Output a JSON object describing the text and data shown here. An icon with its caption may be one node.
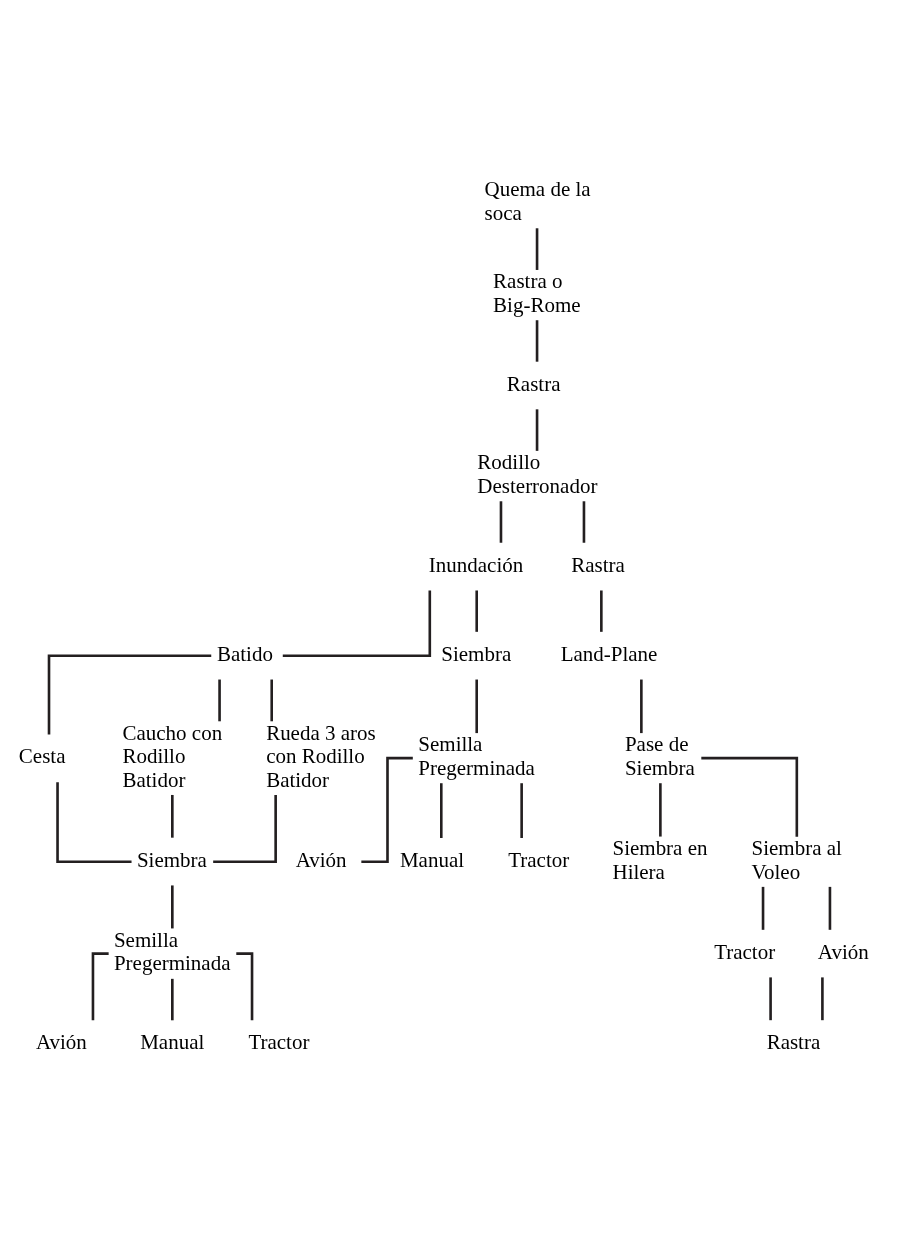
{
  "diagram": {
    "nodes": [
      {
        "text": [
          "Quema de la soca"
        ]
      },
      {
        "text": [
          "Rastra o Big-Rome"
        ]
      },
      {
        "text": [
          "Rastra"
        ]
      },
      {
        "text": [
          "Rodillo Desterronador"
        ]
      },
      {
        "text": [
          "Inundación"
        ]
      },
      {
        "text": [
          "Rastra"
        ]
      },
      {
        "text": [
          "Batido"
        ]
      },
      {
        "text": [
          "Land-Plane"
        ]
      },
      {
        "text": [
          "Cesta"
        ]
      },
      {
        "text": [
          "Caucho con Rodillo Batidor"
        ]
      },
      {
        "text": [
          "Rueda 3 aros con Rodillo Batidor"
        ]
      },
      {
        "text": [
          "Siembra"
        ]
      },
      {
        "text": [
          "Siembra"
        ]
      },
      {
        "text": [
          "Semilla Pregerminada"
        ]
      },
      {
        "text": [
          "Semilla Pregerminada"
        ]
      },
      {
        "text": [
          "Avión"
        ]
      },
      {
        "text": [
          "Manual"
        ]
      },
      {
        "text": [
          "Tractor"
        ]
      },
      {
        "text": [
          "Avión"
        ]
      },
      {
        "text": [
          "Manual"
        ]
      },
      {
        "text": [
          "Tractor"
        ]
      },
      {
        "text": [
          "Pase de Siembra"
        ]
      },
      {
        "text": [
          "Siembra en Hilera"
        ]
      },
      {
        "text": [
          "Siembra al Voleo"
        ]
      },
      {
        "text": [
          "Tractor"
        ]
      },
      {
        "text": [
          "Avión"
        ]
      },
      {
        "text": [
          "Rastra"
        ]
      }
    ],
    "edges": [
      {
        "from": 0,
        "to": 1,
        "arrow": "none"
      },
      {
        "from": 1,
        "to": 2,
        "arrow": "none"
      },
      {
        "from": 2,
        "to": 3,
        "arrow": "none"
      },
      {
        "from": 3,
        "to": 4,
        "arrow": "none"
      },
      {
        "from": 3,
        "to": 5,
        "arrow": "none"
      },
      {
        "from": 4,
        "to": 6,
        "arrow": "none"
      },
      {
        "from": 4,
        "to": 12,
        "arrow": "none"
      },
      {
        "from": 5,
        "to": 7,
        "arrow": "none"
      },
      {
        "from": 6,
        "to": 8,
        "arrow": "none"
      },
      {
        "from": 6,
        "to": 9,
        "arrow": "none"
      },
      {
        "from": 6,
        "to": 10,
        "arrow": "none"
      },
      {
        "from": 8,
        "to": 11,
        "arrow": "none"
      },
      {
        "from": 9,
        "to": 11,
        "arrow": "none"
      },
      {
        "from": 10,
        "to": 11,
        "arrow": "none"
      },
      {
        "from": 11,
        "to": 13,
        "arrow": "none"
      },
      {
        "from": 12,
        "to": 14,
        "arrow": "none"
      },
      {
        "from": 13,
        "to": 15,
        "arrow": "none"
      },
      {
        "from": 13,
        "to": 16,
        "arrow": "none"
      },
      {
        "from": 13,
        "to": 17,
        "arrow": "none"
      },
      {
        "from": 14,
        "to": 18,
        "arrow": "none"
      },
      {
        "from": 14,
        "to": 19,
        "arrow": "none"
      },
      {
        "from": 14,
        "to": 20,
        "arrow": "none"
      },
      {
        "from": 7,
        "to": 21,
        "arrow": "none"
      },
      {
        "from": 21,
        "to": 22,
        "arrow": "none"
      },
      {
        "from": 21,
        "to": 23,
        "arrow": "none"
      },
      {
        "from": 23,
        "to": 24,
        "arrow": "none"
      },
      {
        "from": 23,
        "to": 25,
        "arrow": "none"
      },
      {
        "from": 24,
        "to": 26,
        "arrow": "none"
      },
      {
        "from": 25,
        "to": 26,
        "arrow": "none"
      }
    ]
  }
}
